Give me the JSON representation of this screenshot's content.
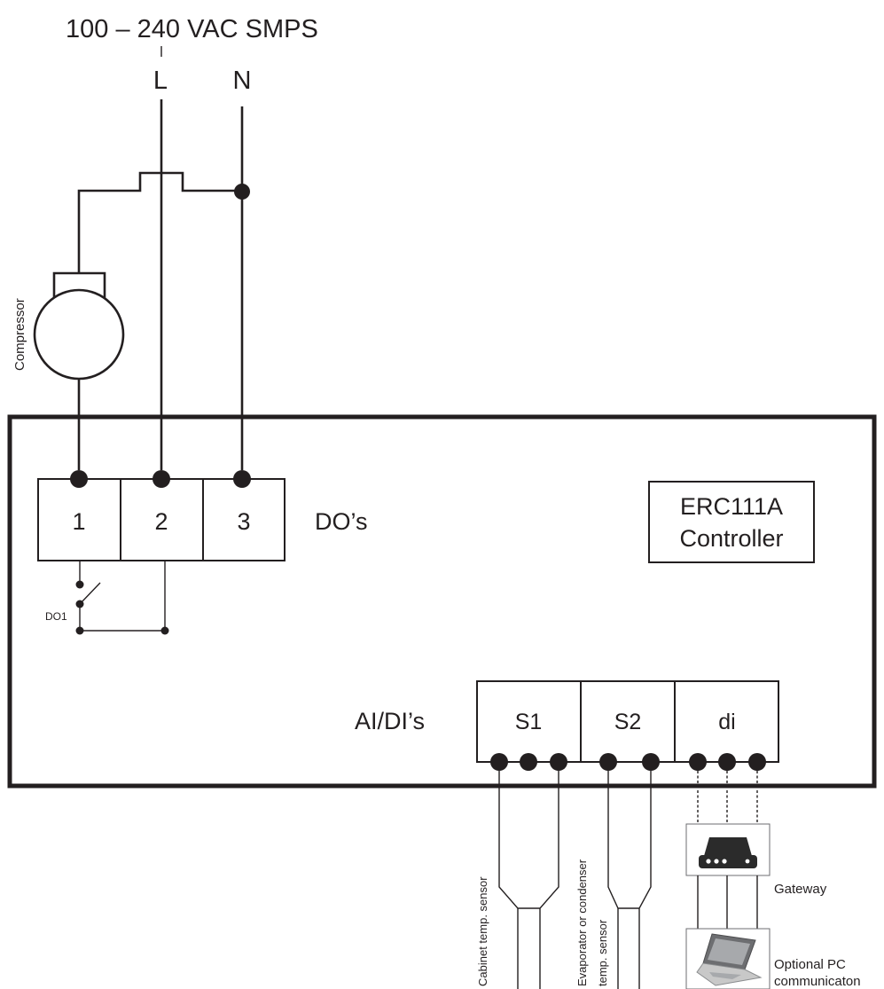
{
  "supply": {
    "title": "100 – 240 VAC SMPS",
    "line_label": "L",
    "neutral_label": "N"
  },
  "compressor": {
    "label": "Compressor"
  },
  "controller": {
    "name_line1": "ERC111A",
    "name_line2": "Controller"
  },
  "outputs": {
    "group_label": "DO’s",
    "terminals": [
      "1",
      "2",
      "3"
    ],
    "relay_label": "DO1"
  },
  "inputs": {
    "group_label": "AI/DI’s",
    "terminals": [
      "S1",
      "S2",
      "di"
    ]
  },
  "sensors": {
    "cabinet": "Cabinet temp. sensor",
    "evaporator_line1": "Evaporator or condenser",
    "evaporator_line2": "temp. sensor"
  },
  "gateway": {
    "label": "Gateway"
  },
  "pc": {
    "label_line1": "Optional PC",
    "label_line2": "communicaton"
  },
  "colors": {
    "ink": "#231f20",
    "background": "#ffffff",
    "gateway_body": "#2b2b2b",
    "laptop_body": "#c8c8c8"
  }
}
